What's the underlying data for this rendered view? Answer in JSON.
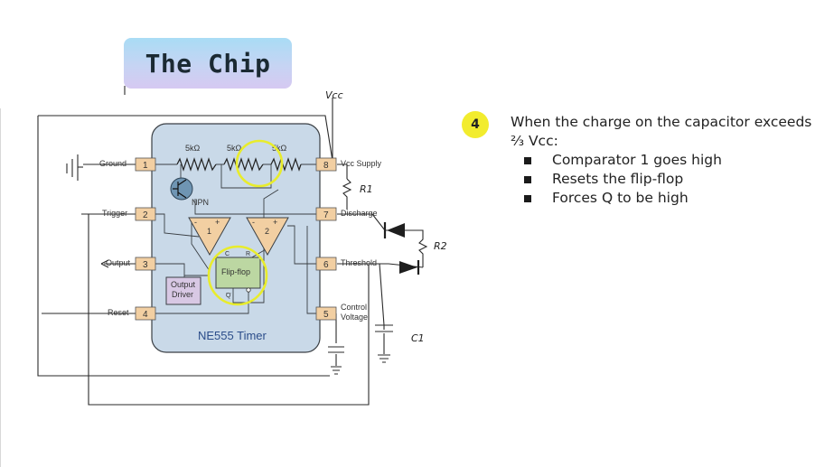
{
  "slide": {
    "title": "The Chip",
    "step_number": "4",
    "step_heading": "When the charge on the capacitor exceeds ⅔ Vcc:",
    "bullets": [
      "Comparator 1 goes high",
      "Resets the flip-flop",
      "Forces Q to be high"
    ]
  },
  "diagram": {
    "chip_name": "NE555 Timer",
    "resistors": [
      "5kΩ",
      "5kΩ",
      "5kΩ"
    ],
    "npn_label": "NPN",
    "flipflop_label": "Flip-flop",
    "output_driver_label": [
      "Output",
      "Driver"
    ],
    "comparator_labels": [
      "1",
      "2"
    ],
    "ff_pins": {
      "c": "C",
      "r": "R",
      "q": "Q"
    },
    "pins_left": [
      {
        "num": "1",
        "name": "Ground"
      },
      {
        "num": "2",
        "name": "Trigger"
      },
      {
        "num": "3",
        "name": "Output"
      },
      {
        "num": "4",
        "name": "Reset"
      }
    ],
    "pins_right": [
      {
        "num": "8",
        "name": "Vcc Supply"
      },
      {
        "num": "7",
        "name": "Discharge"
      },
      {
        "num": "6",
        "name": "Threshold"
      },
      {
        "num": "5",
        "name": "Control Voltage",
        "lines": [
          "Control",
          "Voltage"
        ]
      }
    ],
    "handwritten": {
      "vcc": "Vcc",
      "r1": "R1",
      "r2": "R2",
      "c1": "C1"
    },
    "colors": {
      "chip_body": "#c9d9e8",
      "pin_fill": "#f2cfa2",
      "comparator_fill": "#f2cfa2",
      "flipflop_fill": "#bcd7a2",
      "output_driver_fill": "#d8c8e4",
      "highlight": "#e8ec2c",
      "step_badge": "#f2ec2e"
    }
  }
}
